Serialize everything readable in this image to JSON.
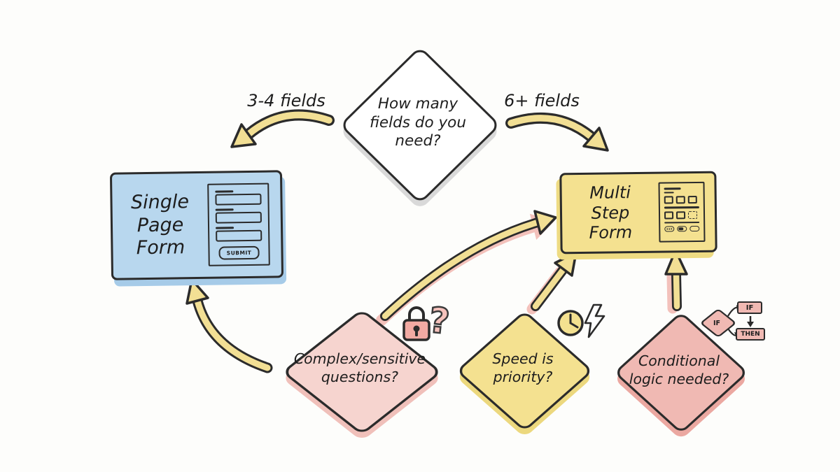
{
  "root_question": {
    "text": "How many fields do you need?"
  },
  "branches": {
    "left_label": "3-4 fields",
    "right_label": "6+ fields"
  },
  "single_page_form": {
    "line1": "Single",
    "line2": "Page",
    "line3": "Form",
    "sketch_submit_label": "SUBMIT"
  },
  "multi_step_form": {
    "line1": "Multi",
    "line2": "Step",
    "line3": "Form"
  },
  "decisions": {
    "complex": {
      "question": "Complex/sensitive questions?"
    },
    "speed": {
      "question": "Speed is priority?"
    },
    "conditional": {
      "question": "Conditional logic needed?"
    }
  },
  "if_then_icon": {
    "if_diamond_label": "IF",
    "if_box_label": "IF",
    "then_box_label": "THEN"
  },
  "question_mark_icon": {
    "glyph": "?"
  },
  "colors": {
    "background": "#fdfdfb",
    "outline": "#2b2b2b",
    "blue_box": "#b8d7ee",
    "blue_shadow": "#a6cbe8",
    "yellow": "#f4e190",
    "yellow_shadow": "#eedb82",
    "arrow_yellow": "#f2df94",
    "pink_light": "#f6d4cf",
    "pink_mid": "#f0b9b3",
    "pink_shadow": "#f3c1bb",
    "white_diamond": "#ffffff",
    "gray_shadow": "#d9d9d9"
  }
}
